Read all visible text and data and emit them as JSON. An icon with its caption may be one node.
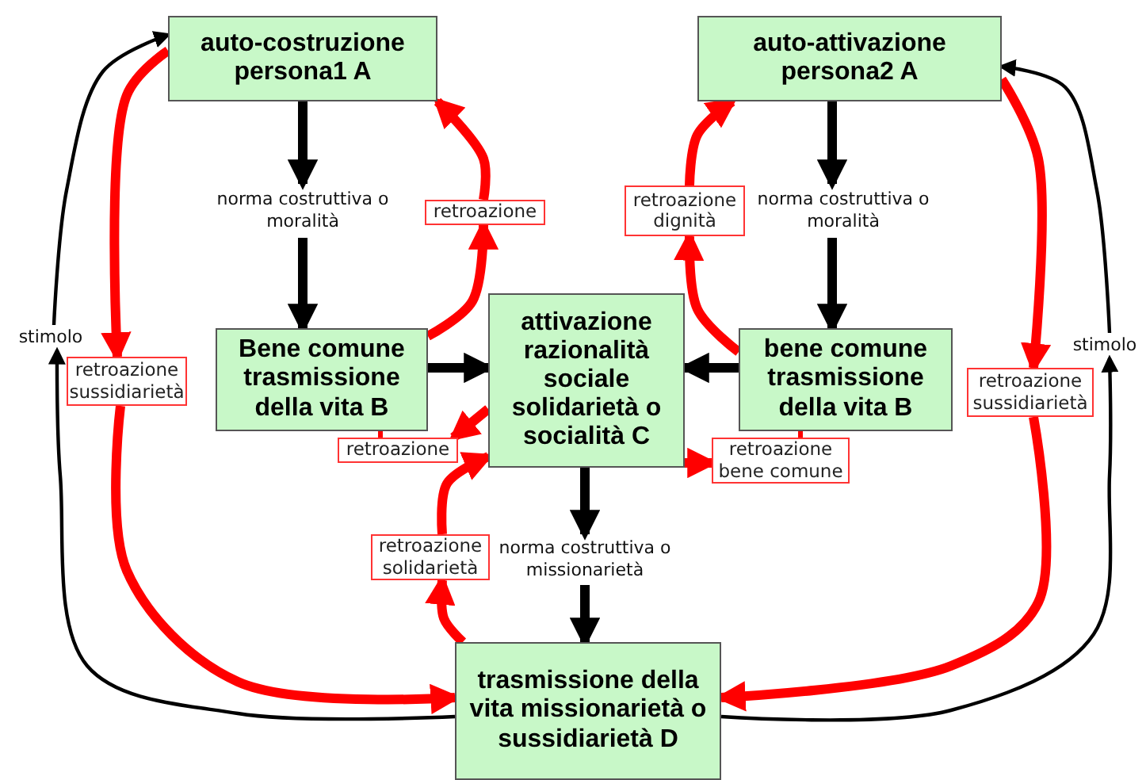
{
  "diagram": {
    "nodes": [
      {
        "text": [
          "auto-costruzione persona1 A"
        ]
      },
      {
        "text": [
          "auto-attivazione persona2 A"
        ]
      },
      {
        "text": [
          "Bene comune trasmissione della vita B"
        ]
      },
      {
        "text": [
          "attivazione razionalità sociale solidarietà o socialità C"
        ]
      },
      {
        "text": [
          "bene comune trasmissione della vita B"
        ]
      },
      {
        "text": [
          "trasmissione della vita missionarietà o sussidiarietà D"
        ]
      },
      {
        "text": [
          "retroazione"
        ]
      },
      {
        "text": [
          "retroazione dignità"
        ]
      },
      {
        "text": [
          "retroazione sussidiarietà"
        ]
      },
      {
        "text": [
          "retroazione sussidiarietà"
        ]
      },
      {
        "text": [
          "retroazione"
        ]
      },
      {
        "text": [
          "retroazione bene comune"
        ]
      },
      {
        "text": [
          "retroazione solidarietà"
        ]
      },
      {
        "text": [
          "norma costruttiva o moralità"
        ]
      },
      {
        "text": [
          "norma costruttiva o moralità"
        ]
      },
      {
        "text": [
          "norma costruttiva o missionarietà"
        ]
      },
      {
        "text": [
          "stimolo"
        ]
      },
      {
        "text": [
          "stimolo"
        ]
      }
    ],
    "edges": [
      {
        "from": 0,
        "to": 13,
        "arrow": "to",
        "color": "#000000"
      },
      {
        "from": 13,
        "to": 2,
        "arrow": "to",
        "color": "#000000"
      },
      {
        "from": 1,
        "to": 14,
        "arrow": "to",
        "color": "#000000"
      },
      {
        "from": 14,
        "to": 4,
        "arrow": "to",
        "color": "#000000"
      },
      {
        "from": 3,
        "to": 15,
        "arrow": "to",
        "color": "#000000"
      },
      {
        "from": 15,
        "to": 5,
        "arrow": "to",
        "color": "#000000"
      },
      {
        "from": 2,
        "to": 3,
        "arrow": "to",
        "color": "#000000"
      },
      {
        "from": 4,
        "to": 3,
        "arrow": "to",
        "color": "#000000"
      },
      {
        "from": 5,
        "to": 16,
        "arrow": "to",
        "color": "#000000"
      },
      {
        "from": 16,
        "to": 0,
        "arrow": "to",
        "color": "#000000"
      },
      {
        "from": 5,
        "to": 17,
        "arrow": "to",
        "color": "#000000"
      },
      {
        "from": 17,
        "to": 1,
        "arrow": "to",
        "color": "#000000"
      },
      {
        "from": 2,
        "to": 6,
        "arrow": "to"
      },
      {
        "from": 6,
        "to": 0,
        "arrow": "to"
      },
      {
        "from": 4,
        "to": 7,
        "arrow": "to"
      },
      {
        "from": 7,
        "to": 1,
        "arrow": "to"
      },
      {
        "from": 0,
        "to": 8,
        "arrow": "to"
      },
      {
        "from": 8,
        "to": 5,
        "arrow": "to"
      },
      {
        "from": 1,
        "to": 9,
        "arrow": "to"
      },
      {
        "from": 9,
        "to": 5,
        "arrow": "to"
      },
      {
        "from": 3,
        "to": 10,
        "arrow": "to"
      },
      {
        "from": 10,
        "to": 2,
        "arrow": "none"
      },
      {
        "from": 3,
        "to": 11,
        "arrow": "to"
      },
      {
        "from": 11,
        "to": 4,
        "arrow": "none"
      },
      {
        "from": 5,
        "to": 12,
        "arrow": "to"
      },
      {
        "from": 12,
        "to": 3,
        "arrow": "to"
      }
    ]
  }
}
